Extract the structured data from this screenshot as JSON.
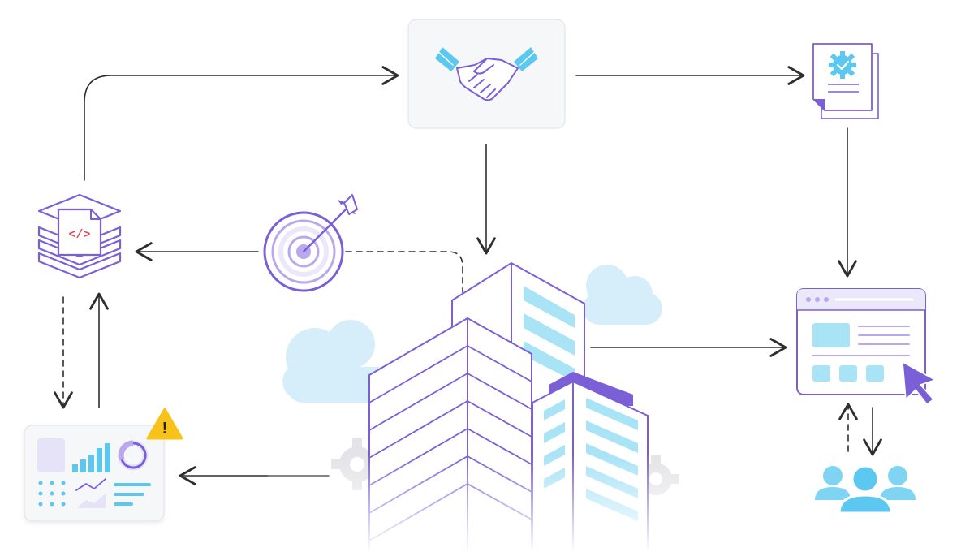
{
  "colors": {
    "purple": "#7b5fd6",
    "purple_light": "#b9a8ee",
    "purple_pale": "#ece8fb",
    "cyan": "#5cc8ef",
    "cyan_light": "#a9e3f6",
    "cloud": "#d6eefa",
    "gear": "#e4e4e8",
    "arrow": "#2e2e2e",
    "card_bg": "#f6f7f9",
    "card_border": "#e3e5ea",
    "warning": "#f7c21a",
    "code_red": "#e24a5b"
  },
  "nodes": [
    {
      "id": "partnership",
      "icon": "handshake-icon"
    },
    {
      "id": "agreement",
      "icon": "certified-document-icon"
    },
    {
      "id": "integration",
      "icon": "code-stack-icon"
    },
    {
      "id": "goal",
      "icon": "target-icon"
    },
    {
      "id": "enterprise",
      "icon": "office-buildings-icon"
    },
    {
      "id": "platform",
      "icon": "browser-window-icon"
    },
    {
      "id": "users",
      "icon": "users-group-icon"
    },
    {
      "id": "analytics",
      "icon": "analytics-dashboard-icon"
    },
    {
      "id": "alert",
      "icon": "warning-icon",
      "glyph": "!"
    },
    {
      "id": "code",
      "glyph": "</>"
    }
  ]
}
